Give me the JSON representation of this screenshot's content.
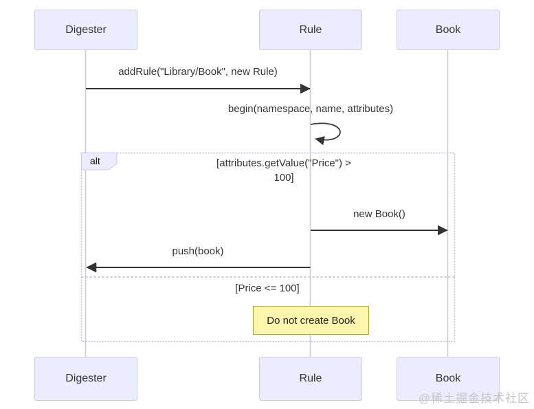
{
  "actors": [
    {
      "name": "Digester"
    },
    {
      "name": "Rule"
    },
    {
      "name": "Book"
    }
  ],
  "messages": {
    "add_rule": "addRule(\"Library/Book\", new Rule)",
    "begin": "begin(namespace, name, attributes)",
    "new_book": "new Book()",
    "push": "push(book)"
  },
  "alt_frame": {
    "label": "alt",
    "condition_if_line1": "[attributes.getValue(\"Price\") >",
    "condition_if_line2": "100]",
    "condition_else": "[Price <= 100]"
  },
  "note": {
    "text": "Do not create Book"
  },
  "watermark": "@稀土掘金技术社区",
  "colors": {
    "actor_fill": "#ECECFF",
    "actor_border": "#c9c9e8",
    "lifeline": "#ccccdd",
    "arrow": "#333333",
    "frame_border": "#b9b9d6",
    "label_fill": "#ECECFF",
    "note_fill": "#fff5ad",
    "note_border": "#aaaa33",
    "text": "#333333",
    "watermark": "#c6c6c6"
  }
}
